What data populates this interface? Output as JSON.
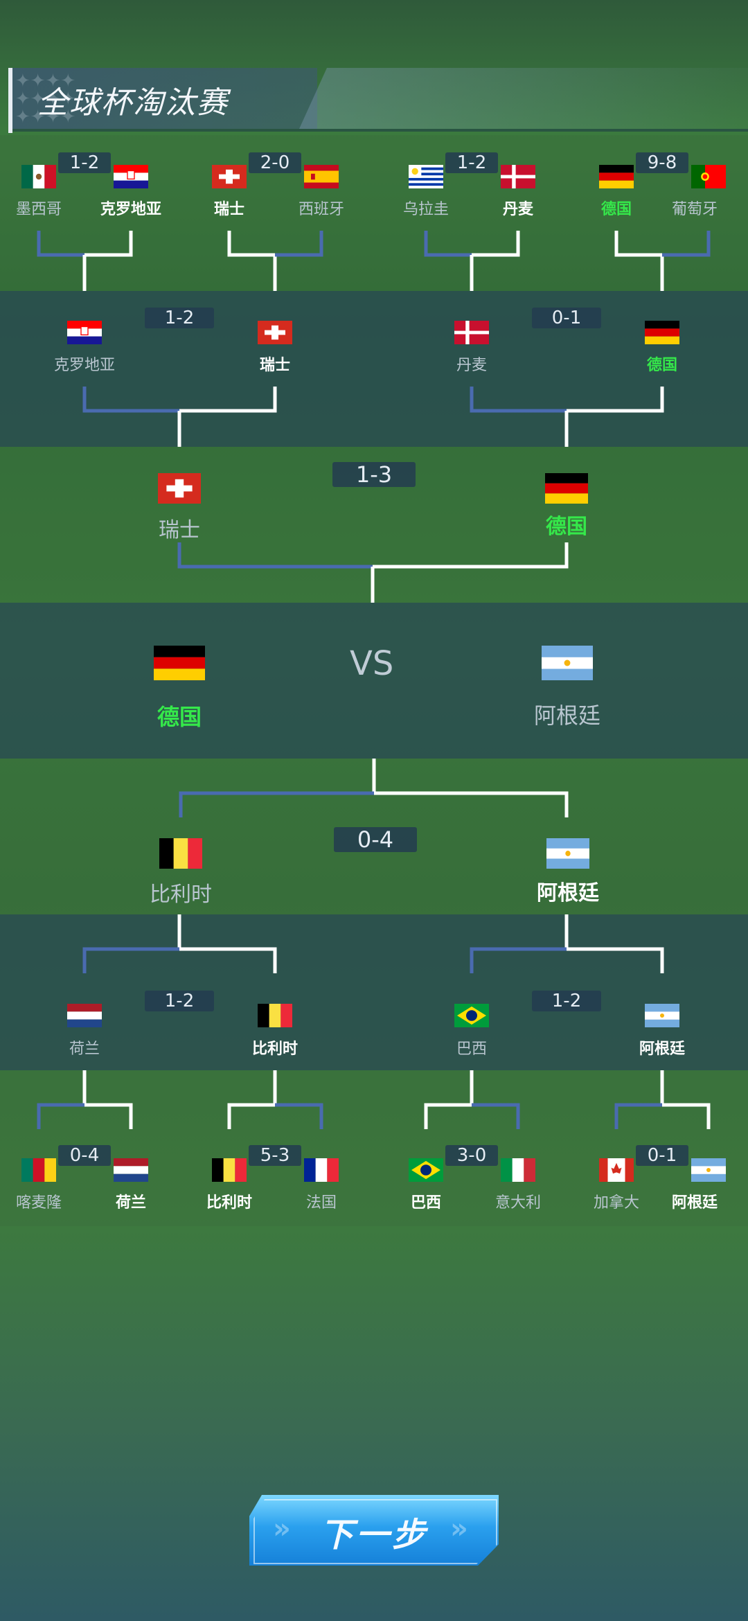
{
  "title": "全球杯淘汰赛",
  "button": {
    "label": "下一步"
  },
  "vs_label": "VS",
  "round16_top": [
    {
      "score": "1-2",
      "left": {
        "name": "墨西哥",
        "flag": "mexico",
        "winner": false
      },
      "right": {
        "name": "克罗地亚",
        "flag": "croatia",
        "winner": true
      }
    },
    {
      "score": "2-0",
      "left": {
        "name": "瑞士",
        "flag": "switzerland",
        "winner": true
      },
      "right": {
        "name": "西班牙",
        "flag": "spain",
        "winner": false
      }
    },
    {
      "score": "1-2",
      "left": {
        "name": "乌拉圭",
        "flag": "uruguay",
        "winner": false
      },
      "right": {
        "name": "丹麦",
        "flag": "denmark",
        "winner": true
      }
    },
    {
      "score": "9-8",
      "left": {
        "name": "德国",
        "flag": "germany",
        "winner": true,
        "highlight": true
      },
      "right": {
        "name": "葡萄牙",
        "flag": "portugal",
        "winner": false
      }
    }
  ],
  "quarter_top": [
    {
      "score": "1-2",
      "left": {
        "name": "克罗地亚",
        "flag": "croatia"
      },
      "right": {
        "name": "瑞士",
        "flag": "switzerland",
        "winner": true
      }
    },
    {
      "score": "0-1",
      "left": {
        "name": "丹麦",
        "flag": "denmark"
      },
      "right": {
        "name": "德国",
        "flag": "germany",
        "highlight": true
      }
    }
  ],
  "semi_top": {
    "score": "1-3",
    "left": {
      "name": "瑞士",
      "flag": "switzerland"
    },
    "right": {
      "name": "德国",
      "flag": "germany",
      "highlight": true
    }
  },
  "final": {
    "left": {
      "name": "德国",
      "flag": "germany",
      "highlight": true
    },
    "right": {
      "name": "阿根廷",
      "flag": "argentina"
    }
  },
  "semi_bottom": {
    "score": "0-4",
    "left": {
      "name": "比利时",
      "flag": "belgium"
    },
    "right": {
      "name": "阿根廷",
      "flag": "argentina",
      "winner": true
    }
  },
  "quarter_bottom": [
    {
      "score": "1-2",
      "left": {
        "name": "荷兰",
        "flag": "netherlands"
      },
      "right": {
        "name": "比利时",
        "flag": "belgium",
        "winner": true
      }
    },
    {
      "score": "1-2",
      "left": {
        "name": "巴西",
        "flag": "brazil"
      },
      "right": {
        "name": "阿根廷",
        "flag": "argentina",
        "winner": true
      }
    }
  ],
  "round16_bottom": [
    {
      "score": "0-4",
      "left": {
        "name": "喀麦隆",
        "flag": "cameroon"
      },
      "right": {
        "name": "荷兰",
        "flag": "netherlands",
        "winner": true
      }
    },
    {
      "score": "5-3",
      "left": {
        "name": "比利时",
        "flag": "belgium",
        "winner": true
      },
      "right": {
        "name": "法国",
        "flag": "france"
      }
    },
    {
      "score": "3-0",
      "left": {
        "name": "巴西",
        "flag": "brazil",
        "winner": true
      },
      "right": {
        "name": "意大利",
        "flag": "italy"
      }
    },
    {
      "score": "0-1",
      "left": {
        "name": "加拿大",
        "flag": "canada"
      },
      "right": {
        "name": "阿根廷",
        "flag": "argentina",
        "winner": true
      }
    }
  ],
  "colors": {
    "winner_green": "#35e84a",
    "line_white": "#ffffff",
    "line_blue": "#4a6bb0",
    "button_blue": "#2aa0ee"
  }
}
